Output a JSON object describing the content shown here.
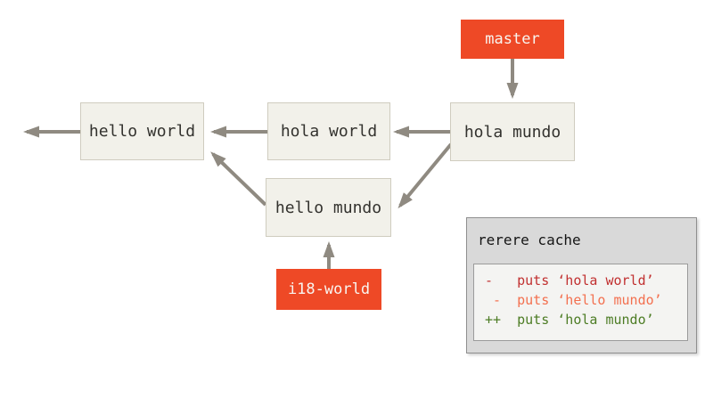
{
  "diagram": {
    "commits": [
      {
        "id": "hello-world",
        "label": "hello world"
      },
      {
        "id": "hola-world",
        "label": "hola world"
      },
      {
        "id": "hola-mundo",
        "label": "hola mundo"
      },
      {
        "id": "hello-mundo",
        "label": "hello mundo"
      }
    ],
    "branch_labels": [
      {
        "id": "master",
        "label": "master"
      },
      {
        "id": "i18-world",
        "label": "i18-world"
      }
    ],
    "edges": [
      "hello world -> offscreen parent (left)",
      "hola world -> hello world",
      "hola mundo -> hola world",
      "hola mundo -> hello mundo",
      "hello mundo -> hello world",
      "master -> hola mundo",
      "i18-world -> hello mundo"
    ]
  },
  "rerere_panel": {
    "title": "rerere cache",
    "diff_lines": [
      {
        "text": "-   puts ‘hola world’",
        "color": "#c13030"
      },
      {
        "text": " -  puts ‘hello mundo’",
        "color": "#f3704f"
      },
      {
        "text": "++  puts ‘hola mundo’",
        "color": "#4c7c24"
      }
    ]
  },
  "colors": {
    "branch_box": "#ee4926",
    "branch_text": "#f8f5f0",
    "commit_box": "#f2f1ea",
    "commit_text": "#33322e",
    "arrow": "#8f8a81",
    "panel_bg": "#d9d9d9",
    "code_box_bg": "#f4f4f2",
    "diff_removed_ours": "#c13030",
    "diff_removed_theirs": "#f3704f",
    "diff_added": "#4c7c24"
  }
}
